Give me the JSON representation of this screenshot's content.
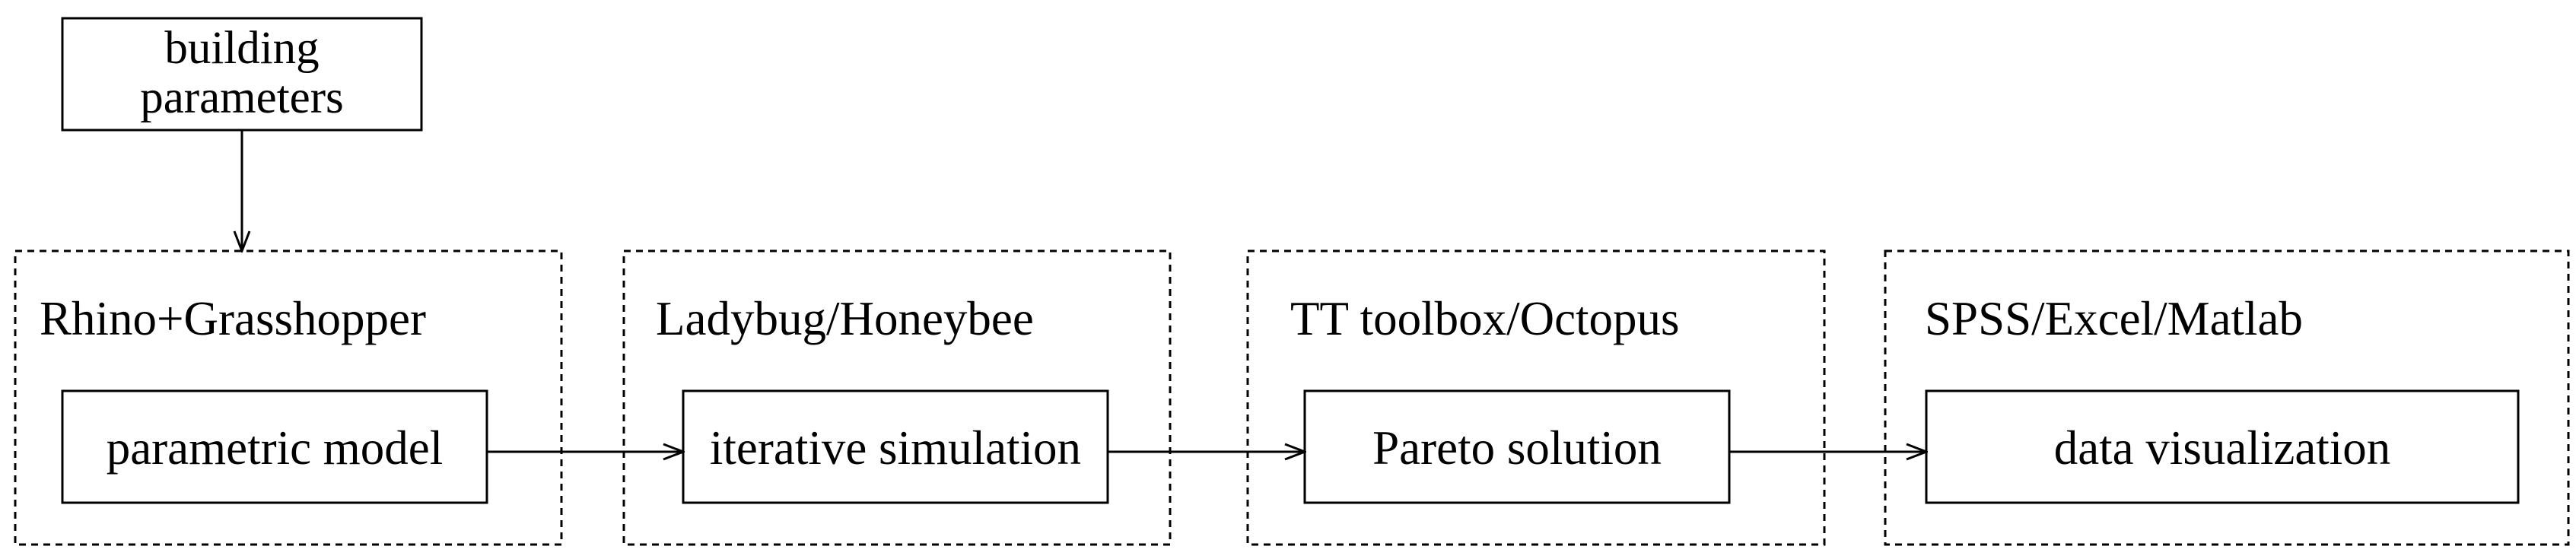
{
  "diagram": {
    "input": {
      "line1": "building",
      "line2": "parameters"
    },
    "groups": [
      {
        "title": "Rhino+Grasshopper",
        "node": "parametric model"
      },
      {
        "title": "Ladybug/Honeybee",
        "node": "iterative simulation"
      },
      {
        "title": "TT toolbox/Octopus",
        "node": "Pareto solution"
      },
      {
        "title": "SPSS/Excel/Matlab",
        "node": "data visualization"
      }
    ]
  }
}
